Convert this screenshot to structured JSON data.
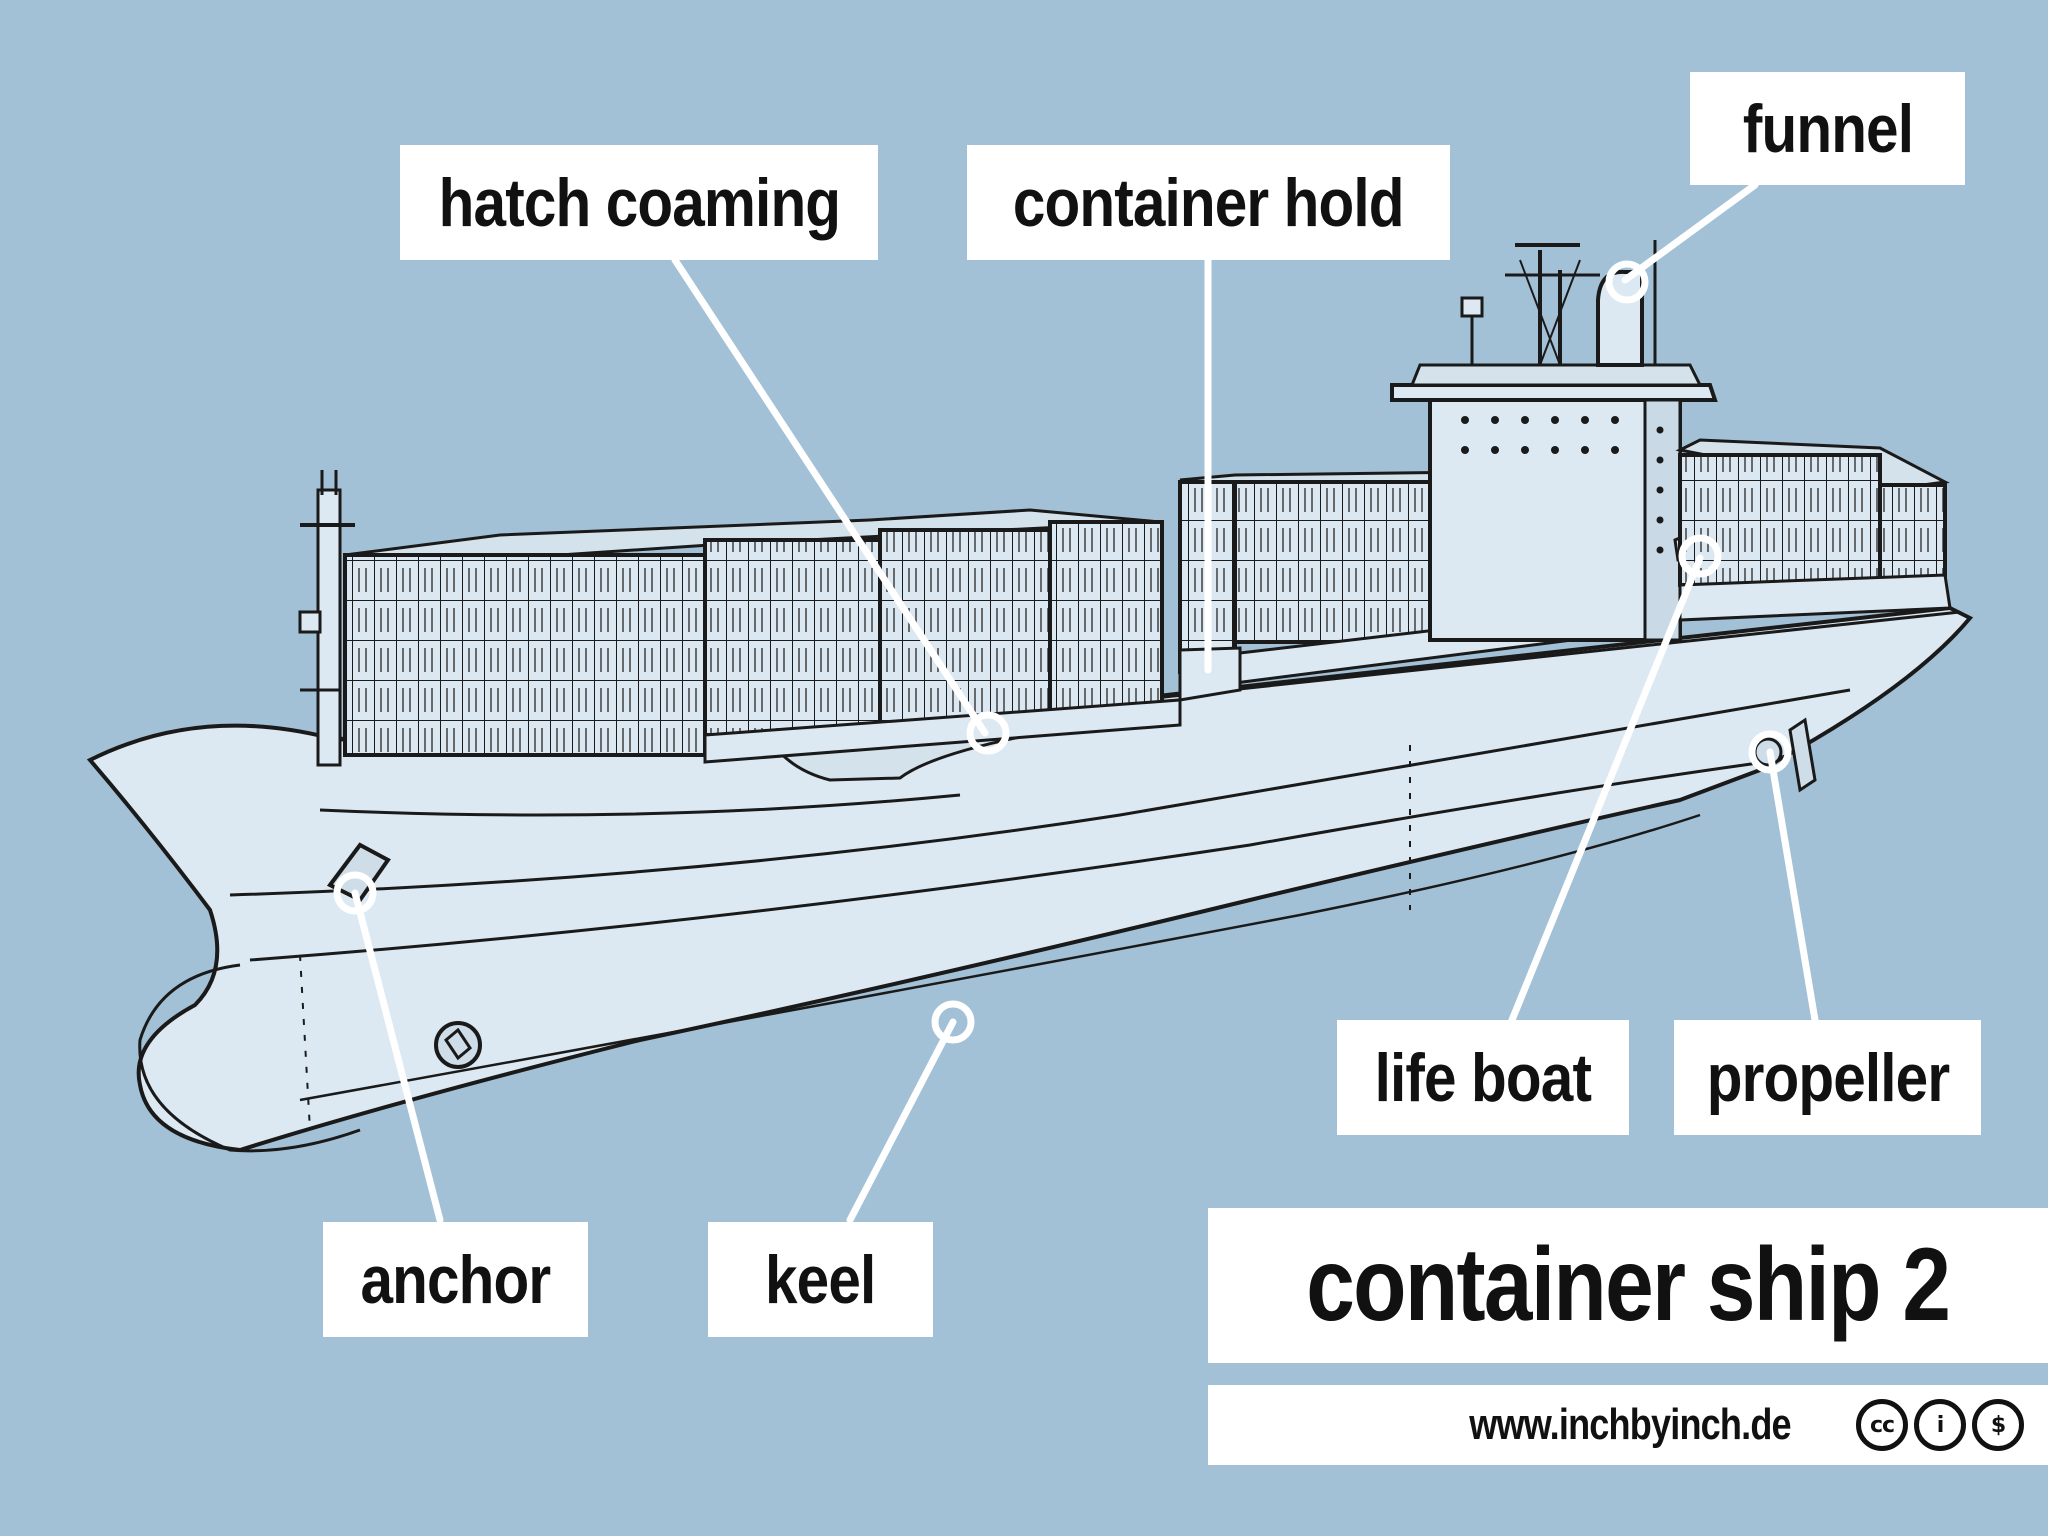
{
  "diagram": {
    "title": "container ship 2",
    "website": "www.inchbyinch.de",
    "license_icons": [
      "cc-icon",
      "attribution-icon",
      "noncommercial-icon"
    ],
    "license_text": {
      "cc": "cc",
      "by": "i",
      "nc": "$"
    },
    "labels": {
      "hatch_coaming": "hatch coaming",
      "container_hold": "container hold",
      "funnel": "funnel",
      "life_boat": "life boat",
      "propeller": "propeller",
      "anchor": "anchor",
      "keel": "keel"
    },
    "colors": {
      "background": "#a3c1d6",
      "hull": "#dde9f2",
      "outline": "#1a1a1a",
      "label_bg": "#ffffff",
      "leader_line": "#ffffff"
    }
  }
}
